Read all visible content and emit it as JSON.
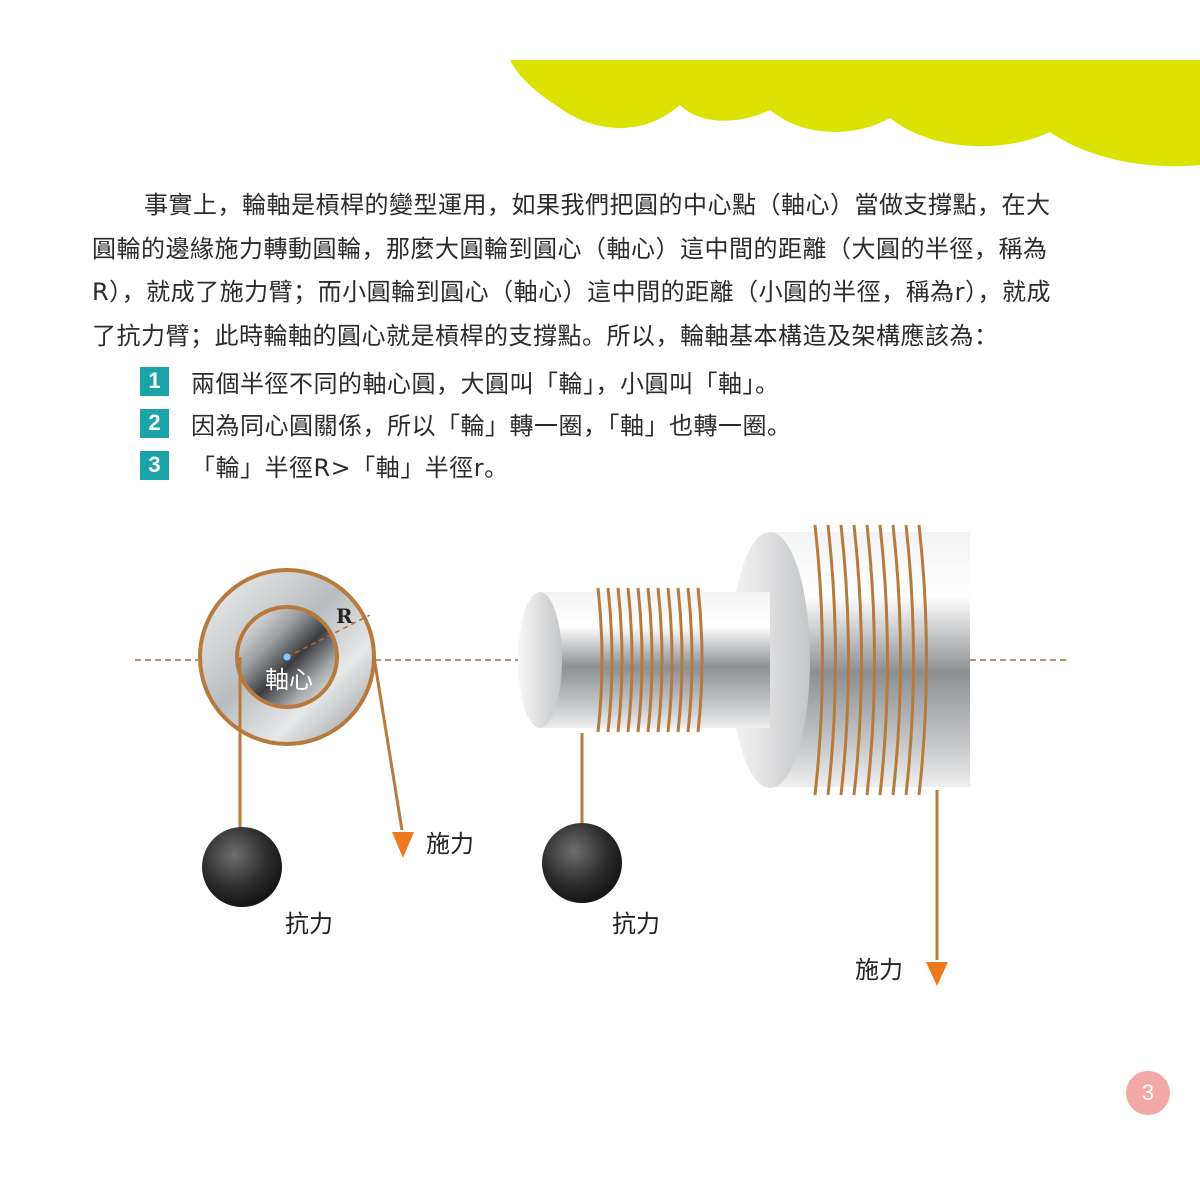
{
  "paragraph": {
    "lines": [
      "事實上，輪軸是槓桿的變型運用，如果我們把圓的中心點（軸心）當做支撐點，在大",
      "圓輪的邊緣施力轉動圓輪，那麼大圓輪到圓心（軸心）這中間的距離（大圓的半徑，稱為",
      "R），就成了施力臂；而小圓輪到圓心（軸心）這中間的距離（小圓的半徑，稱為r），就成",
      "了抗力臂；此時輪軸的圓心就是槓桿的支撐點。所以，輪軸基本構造及架構應該為："
    ]
  },
  "list": [
    {
      "num": "1",
      "text": "兩個半徑不同的軸心圓，大圓叫「輪」，小圓叫「軸」。"
    },
    {
      "num": "2",
      "text": "因為同心圓關係，所以「輪」轉一圈，「軸」也轉一圈。"
    },
    {
      "num": "3",
      "text": "「輪」半徑R>「軸」半徑r。"
    }
  ],
  "diagram": {
    "radius_label": "R",
    "axis_label": "軸心",
    "left": {
      "effort_label": "施力",
      "resistance_label": "抗力"
    },
    "right": {
      "effort_label": "施力",
      "resistance_label": "抗力"
    }
  },
  "colors": {
    "cloud": "#dbe100",
    "badge": "#1aa3a8",
    "copper": "#b87a3c",
    "arrow": "#f07820",
    "page_badge": "#f2a9a5"
  },
  "page_number": "3"
}
